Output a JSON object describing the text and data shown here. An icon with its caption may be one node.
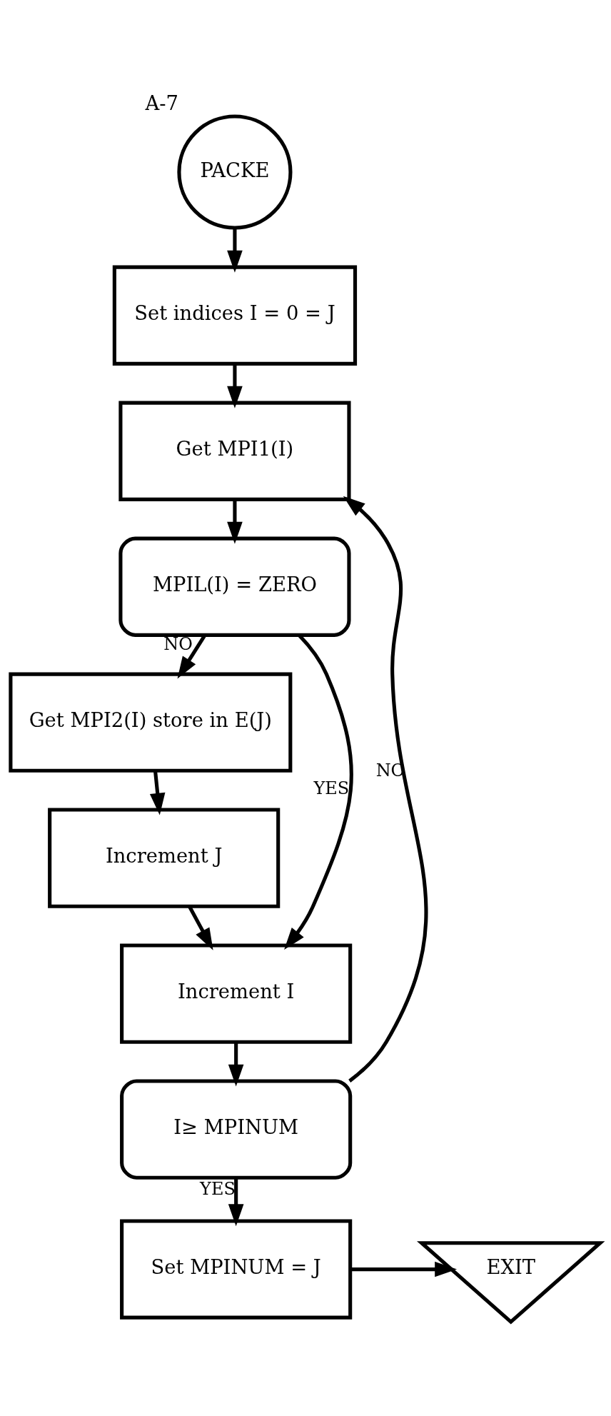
{
  "diagram": {
    "nodes": [
      {
        "text": [
          "PACKE"
        ],
        "beside": [
          "A-7"
        ]
      },
      {
        "text": [
          "Set indices I = 0 = J"
        ]
      },
      {
        "text": [
          "Get MPI1(I)"
        ]
      },
      {
        "text": [
          "MPIL(I) = ZERO"
        ]
      },
      {
        "text": [
          "Get MPI2(I) store in E(J)"
        ]
      },
      {
        "text": [
          "Increment J"
        ]
      },
      {
        "text": [
          "Increment I"
        ]
      },
      {
        "text": [
          "I≥ MPINUM"
        ]
      },
      {
        "text": [
          "Set MPINUM = J"
        ]
      },
      {
        "text": [
          "EXIT"
        ]
      }
    ],
    "edges": [
      {
        "from": 0,
        "to": 1,
        "arrow": "to"
      },
      {
        "from": 1,
        "to": 2,
        "arrow": "to"
      },
      {
        "from": 2,
        "to": 3,
        "arrow": "to"
      },
      {
        "from": 3,
        "to": 4,
        "label": "NO",
        "arrow": "to"
      },
      {
        "from": 3,
        "to": 6,
        "label": "YES",
        "arrow": "to"
      },
      {
        "from": 4,
        "to": 5,
        "arrow": "to"
      },
      {
        "from": 5,
        "to": 6,
        "arrow": "to"
      },
      {
        "from": 6,
        "to": 7,
        "arrow": "to"
      },
      {
        "from": 7,
        "to": 2,
        "label": "NO",
        "arrow": "to"
      },
      {
        "from": 7,
        "to": 8,
        "label": "YES",
        "arrow": "to"
      },
      {
        "from": 8,
        "to": 9,
        "arrow": "to"
      }
    ]
  }
}
